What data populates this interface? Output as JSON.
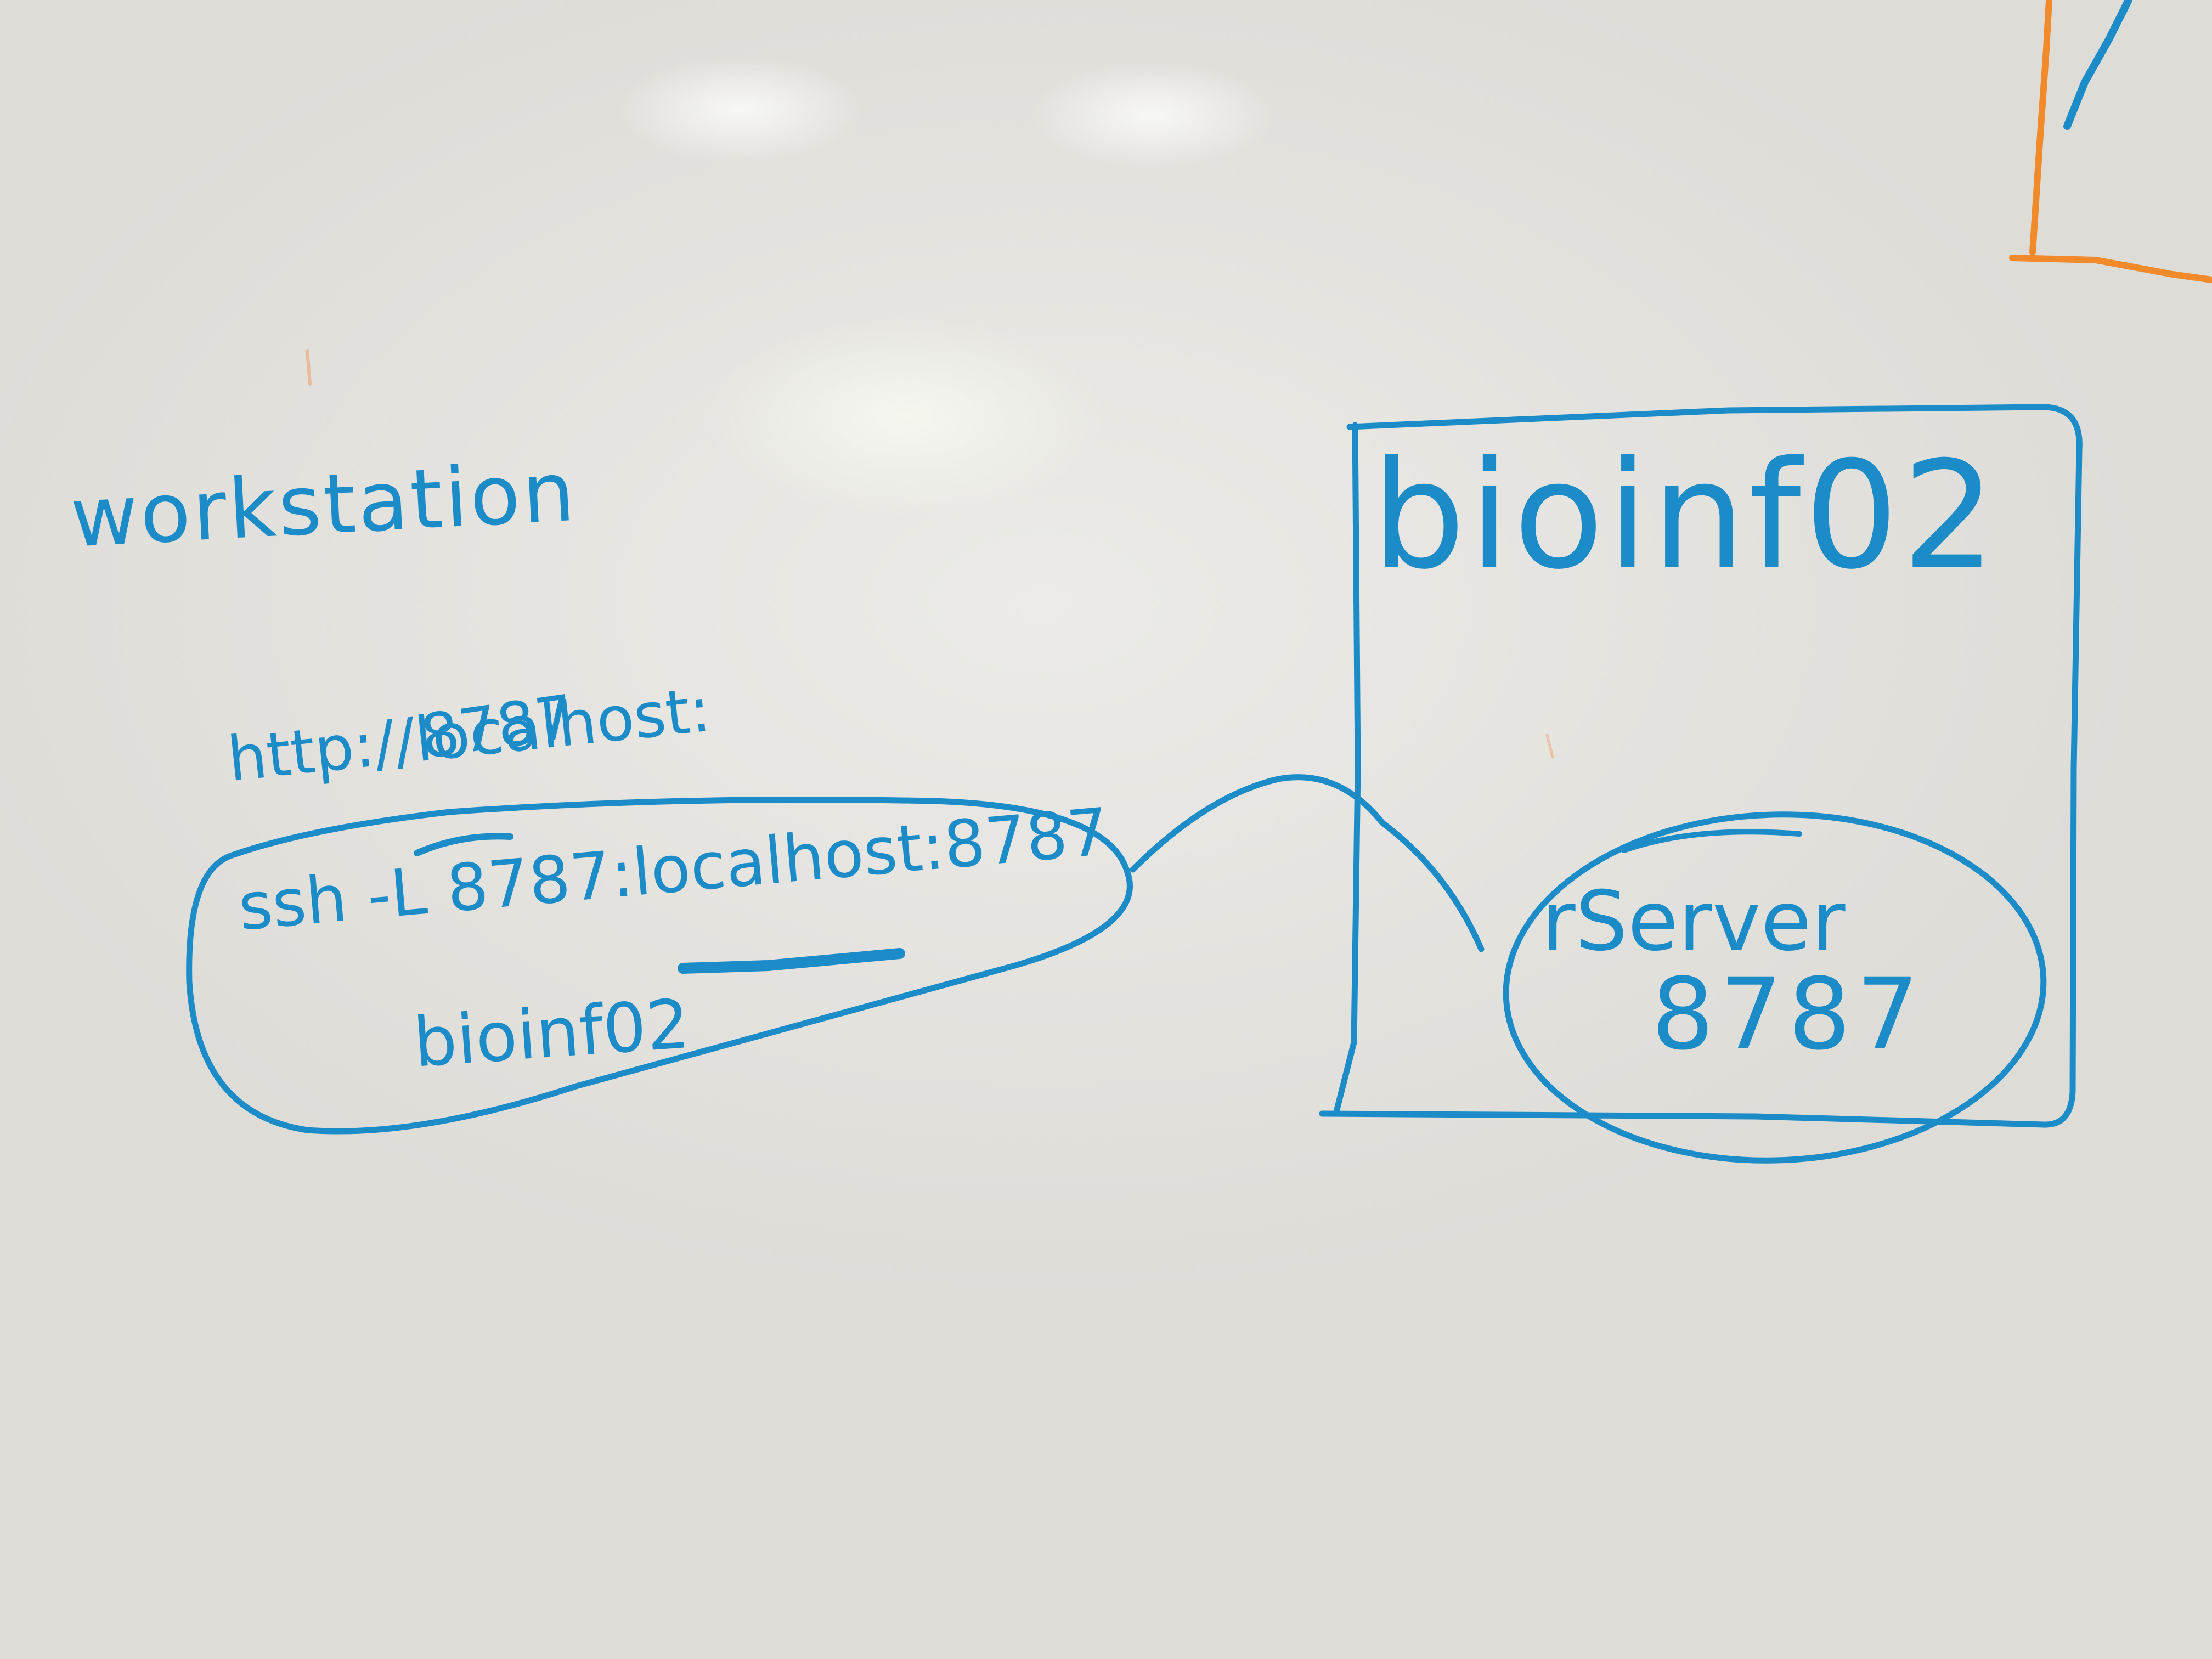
{
  "workstation": {
    "label": "workstation"
  },
  "browser_url": {
    "line1": "http://localhost:",
    "line2": "8787"
  },
  "ssh_tunnel": {
    "command": "ssh -L 8787:localhost:8787",
    "host": "bioinf02"
  },
  "server": {
    "title": "bioinf02",
    "service_name": "rServer",
    "service_port": "8787"
  },
  "colors": {
    "marker_blue": "#1c8cc8",
    "marker_orange": "#f08a2a",
    "board": "#e4e3df"
  }
}
